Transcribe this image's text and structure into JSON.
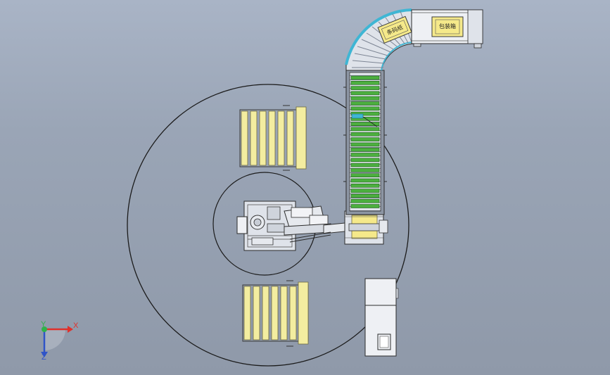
{
  "viewport": {
    "background_top": "#a9b4c6",
    "background_bottom": "#8f99a9"
  },
  "scene": {
    "box_labels": [
      "条码纸",
      "包装箱"
    ],
    "roller_conveyor_color": "#4caf3f",
    "curved_conveyor_rail_color": "#3fb6d4",
    "pallet_color": "#f3eda0"
  },
  "triad": {
    "x_label": "X",
    "y_label": "Y",
    "z_label": "Z",
    "x_color": "#e0312b",
    "y_color": "#2fb24a",
    "z_color": "#2f54c8"
  }
}
